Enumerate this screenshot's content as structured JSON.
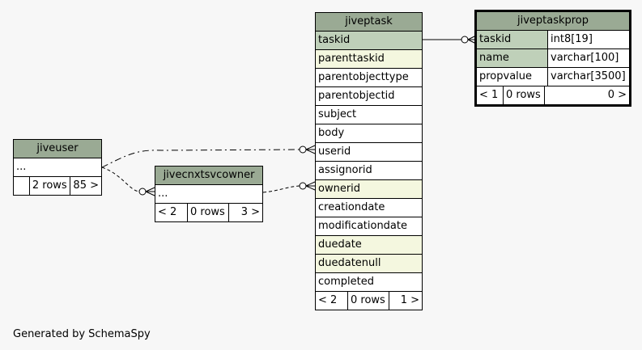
{
  "footer_text": "Generated by SchemaSpy",
  "jiveptask": {
    "title": "jiveptask",
    "columns": [
      {
        "name": "taskid"
      },
      {
        "name": "parenttaskid"
      },
      {
        "name": "parentobjecttype"
      },
      {
        "name": "parentobjectid"
      },
      {
        "name": "subject"
      },
      {
        "name": "body"
      },
      {
        "name": "userid"
      },
      {
        "name": "assignorid"
      },
      {
        "name": "ownerid"
      },
      {
        "name": "creationdate"
      },
      {
        "name": "modificationdate"
      },
      {
        "name": "duedate"
      },
      {
        "name": "duedatenull"
      },
      {
        "name": "completed"
      }
    ],
    "footer": {
      "parents": "< 2",
      "rows": "0 rows",
      "children": "1 >"
    }
  },
  "jiveptaskprop": {
    "title": "jiveptaskprop",
    "columns": [
      {
        "name": "taskid",
        "type": "int8[19]"
      },
      {
        "name": "name",
        "type": "varchar[100]"
      },
      {
        "name": "propvalue",
        "type": "varchar[3500]"
      }
    ],
    "footer": {
      "parents": "< 1",
      "rows": "0 rows",
      "children": "0 >"
    }
  },
  "jiveuser": {
    "title": "jiveuser",
    "columns": [
      {
        "name": "..."
      }
    ],
    "footer": {
      "parents": "",
      "rows": "2 rows",
      "children": "85 >"
    }
  },
  "jivecnxtsvcowner": {
    "title": "jivecnxtsvcowner",
    "columns": [
      {
        "name": "..."
      }
    ],
    "footer": {
      "parents": "< 2",
      "rows": "0 rows",
      "children": "3 >"
    }
  }
}
